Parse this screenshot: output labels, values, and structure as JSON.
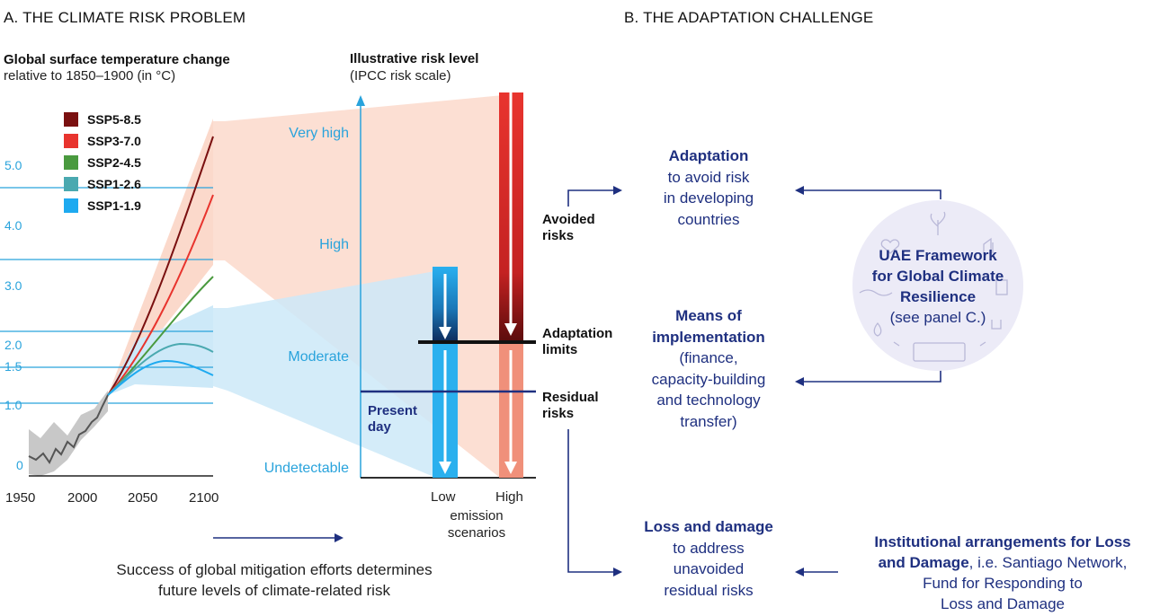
{
  "panel_a": {
    "title": "A. THE CLIMATE RISK PROBLEM",
    "temp_chart": {
      "title_bold": "Global surface temperature change",
      "title_normal": "relative to 1850–1900 (in °C)",
      "y_ticks": [
        "5.0",
        "4.0",
        "3.0",
        "2.0",
        "1.5",
        "1.0",
        "0"
      ],
      "x_ticks": [
        "1950",
        "2000",
        "2050",
        "2100"
      ],
      "legend": [
        {
          "name": "SSP5-8.5",
          "color": "#7a1010"
        },
        {
          "name": "SSP3-7.0",
          "color": "#e8342e"
        },
        {
          "name": "SSP2-4.5",
          "color": "#4a9a3f"
        },
        {
          "name": "SSP1-2.6",
          "color": "#4aa9b0"
        },
        {
          "name": "SSP1-1.9",
          "color": "#1eaaf0"
        }
      ]
    },
    "risk_chart": {
      "title_bold": "Illustrative risk level",
      "title_normal": "(IPCC risk scale)",
      "levels": [
        "Very high",
        "High",
        "Moderate",
        "Undetectable"
      ],
      "present_day_line1": "Present",
      "present_day_line2": "day",
      "x_labels": [
        "Low",
        "High"
      ],
      "x_caption_line1": "emission",
      "x_caption_line2": "scenarios",
      "adaptation_limits_line1": "Adaptation",
      "adaptation_limits_line2": "limits",
      "avoided_risks_line1": "Avoided",
      "avoided_risks_line2": "risks",
      "residual_risks_line1": "Residual",
      "residual_risks_line2": "risks"
    },
    "caption_line1": "Success of global mitigation efforts determines",
    "caption_line2": "future levels of climate-related risk"
  },
  "panel_b": {
    "title": "B. THE ADAPTATION CHALLENGE",
    "adaptation": {
      "bold": "Adaptation",
      "line2": "to avoid risk",
      "line3": "in developing",
      "line4": "countries"
    },
    "means": {
      "bold1": "Means of",
      "bold2": "implementation",
      "line3": "(finance,",
      "line4": "capacity-building",
      "line5": "and technology",
      "line6": "transfer)"
    },
    "framework": {
      "bold1": "UAE Framework",
      "bold2": "for Global Climate",
      "bold3": "Resilience",
      "normal": "(see panel C.)"
    },
    "loss": {
      "bold": "Loss and damage",
      "line2": "to address",
      "line3": "unavoided",
      "line4": "residual risks"
    },
    "institutional": {
      "bold1": "Institutional arrangements for Loss",
      "bold2": "and Damage",
      "rest2": ", i.e. Santiago Network,",
      "line3": "Fund for Responding to",
      "line4": "Loss and Damage"
    }
  }
}
